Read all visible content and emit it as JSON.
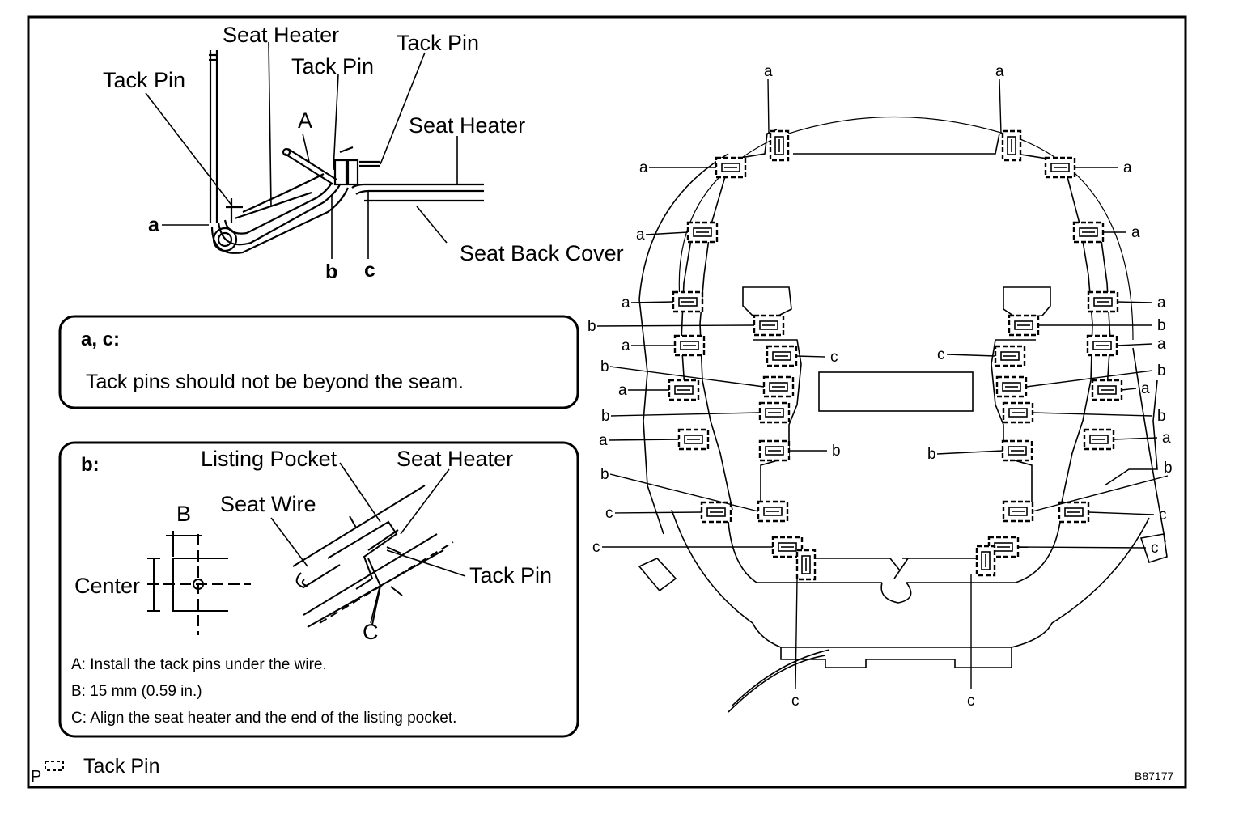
{
  "detail": {
    "labels": {
      "seat_heater_top": "Seat Heater",
      "tack_pin_left": "Tack Pin",
      "tack_pin_mid": "Tack Pin",
      "tack_pin_right": "Tack Pin",
      "seat_heater_right": "Seat Heater",
      "seat_back_cover": "Seat Back Cover",
      "point_a_upper": "A",
      "point_a": "a",
      "point_b": "b",
      "point_c": "c"
    }
  },
  "note_ac": {
    "heading": "a, c:",
    "text": "Tack pins should not be beyond the seam."
  },
  "note_b": {
    "heading": "b:",
    "listing_pocket": "Listing Pocket",
    "seat_heater": "Seat Heater",
    "seat_wire": "Seat Wire",
    "tack_pin": "Tack Pin",
    "dim_b": "B",
    "center": "Center",
    "dim_c": "C",
    "notes": [
      "A: Install the tack pins under the wire.",
      "B: 15 mm (0.59 in.)",
      "C: Align the seat heater and the end of the listing pocket."
    ]
  },
  "legend": {
    "prefix": "P",
    "label": "Tack Pin"
  },
  "figure_code": "B87177",
  "seat_callouts": [
    {
      "id": "a1",
      "text": "a"
    },
    {
      "id": "a2",
      "text": "a"
    },
    {
      "id": "a3",
      "text": "a"
    },
    {
      "id": "a4",
      "text": "a"
    },
    {
      "id": "a5",
      "text": "a"
    },
    {
      "id": "a6",
      "text": "a"
    },
    {
      "id": "a7",
      "text": "a"
    },
    {
      "id": "a8",
      "text": "a"
    },
    {
      "id": "a9",
      "text": "a"
    },
    {
      "id": "a10",
      "text": "a"
    },
    {
      "id": "a11",
      "text": "a"
    },
    {
      "id": "a12",
      "text": "a"
    },
    {
      "id": "a13",
      "text": "a"
    },
    {
      "id": "a14",
      "text": "a"
    },
    {
      "id": "b1",
      "text": "b"
    },
    {
      "id": "b2",
      "text": "b"
    },
    {
      "id": "b3",
      "text": "b"
    },
    {
      "id": "b4",
      "text": "b"
    },
    {
      "id": "b5",
      "text": "b"
    },
    {
      "id": "b6",
      "text": "b"
    },
    {
      "id": "b7",
      "text": "b"
    },
    {
      "id": "b8",
      "text": "b"
    },
    {
      "id": "b9",
      "text": "b"
    },
    {
      "id": "b10",
      "text": "b"
    },
    {
      "id": "c1",
      "text": "c"
    },
    {
      "id": "c2",
      "text": "c"
    },
    {
      "id": "c3",
      "text": "c"
    },
    {
      "id": "c4",
      "text": "c"
    },
    {
      "id": "c5",
      "text": "c"
    },
    {
      "id": "c6",
      "text": "c"
    },
    {
      "id": "c7",
      "text": "c"
    },
    {
      "id": "c8",
      "text": "c"
    }
  ]
}
